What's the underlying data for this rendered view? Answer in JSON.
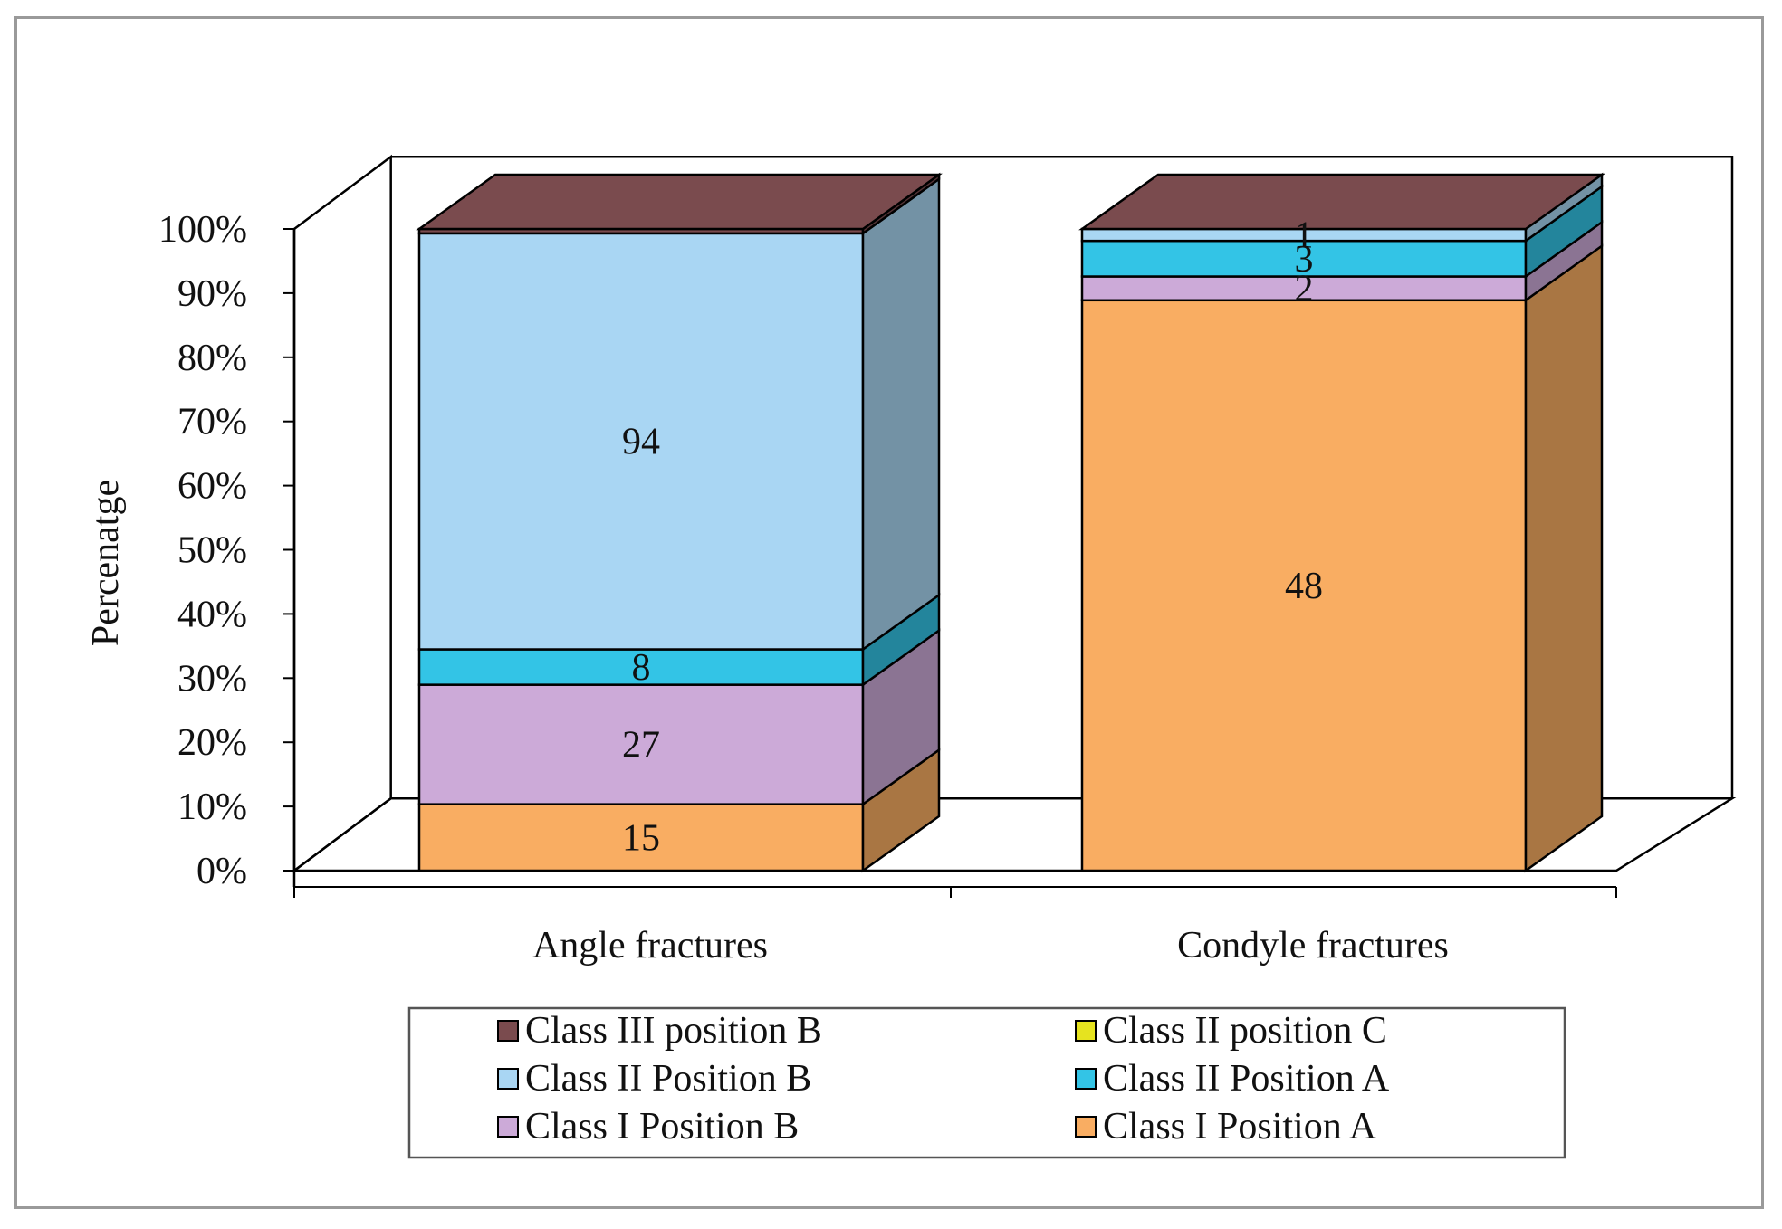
{
  "chart_data": {
    "type": "bar",
    "stacked": "percent",
    "style": "3d",
    "ylabel": "Percenatge",
    "xlabel": "",
    "title": "",
    "yticks": [
      "0%",
      "10%",
      "20%",
      "30%",
      "40%",
      "50%",
      "60%",
      "70%",
      "80%",
      "90%",
      "100%"
    ],
    "ylim": [
      0,
      100
    ],
    "categories": [
      "Angle fractures",
      "Condyle fractures"
    ],
    "series": [
      {
        "name": "Class I Position A",
        "values": [
          15,
          48
        ],
        "color": "#f9ad62"
      },
      {
        "name": "Class I Position B",
        "values": [
          27,
          2
        ],
        "color": "#ccaad8"
      },
      {
        "name": "Class II Position A",
        "values": [
          8,
          3
        ],
        "color": "#33c4e6"
      },
      {
        "name": "Class II Position B",
        "values": [
          94,
          1
        ],
        "color": "#a9d6f3"
      },
      {
        "name": "Class II position C",
        "values": [
          0,
          0
        ],
        "color": "#e6e31f"
      },
      {
        "name": "Class III position B",
        "values": [
          1,
          0
        ],
        "color": "#7a4b4e"
      }
    ],
    "legend": {
      "position": "bottom",
      "order": [
        "Class III position B",
        "Class II position C",
        "Class II Position B",
        "Class II Position A",
        "Class I Position B",
        "Class I Position A"
      ]
    },
    "data_labels": [
      {
        "category": "Angle fractures",
        "series": "Class I Position A",
        "text": "15"
      },
      {
        "category": "Angle fractures",
        "series": "Class I Position B",
        "text": "27"
      },
      {
        "category": "Angle fractures",
        "series": "Class II Position A",
        "text": "8"
      },
      {
        "category": "Angle fractures",
        "series": "Class II Position B",
        "text": "94"
      },
      {
        "category": "Condyle fractures",
        "series": "Class I Position A",
        "text": "48"
      },
      {
        "category": "Condyle fractures",
        "series": "Class I Position B",
        "text": "2"
      },
      {
        "category": "Condyle fractures",
        "series": "Class II Position A",
        "text": "3"
      },
      {
        "category": "Condyle fractures",
        "series": "Class II Position B",
        "text": "1"
      }
    ]
  }
}
